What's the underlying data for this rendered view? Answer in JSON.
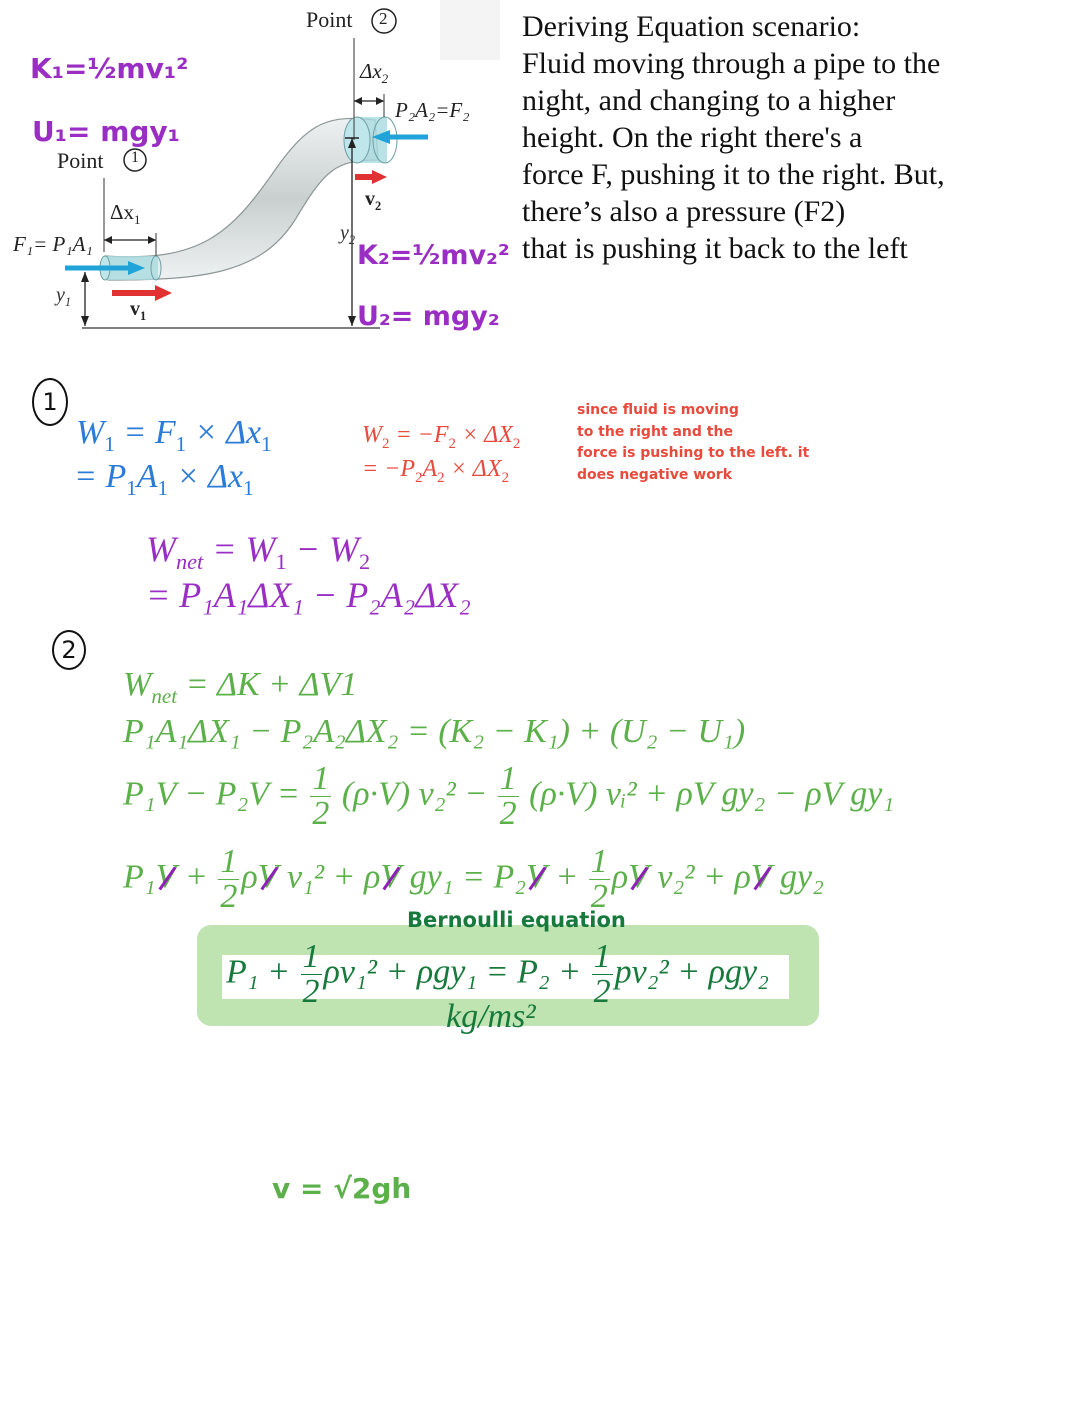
{
  "diagram": {
    "point1_label": "Point",
    "point1_num": "1",
    "point2_label": "Point",
    "point2_num": "2",
    "dx1": "Δx",
    "dx1_sub": "1",
    "dx2": "Δx",
    "dx2_sub": "2",
    "f1_label": "F₁= P₁A₁",
    "p2a2_label": "P₂A₂=F₂",
    "v1": "v",
    "v1_sub": "1",
    "v2": "v",
    "v2_sub": "2",
    "y1": "y",
    "y1_sub": "1",
    "y2": "y",
    "y2_sub": "2",
    "k1_note": "K₁=½mv₁²",
    "u1_note": "U₁= mgy₁",
    "k2_note": "K₂=½mv₂²",
    "u2_note": "U₂= mgy₂",
    "colors": {
      "pipe": "#d9dede",
      "fluid": "#9fd6dc",
      "blue_arrow": "#1fa3d8",
      "red_arrow": "#e03232",
      "annotation": "#9a2ec4"
    }
  },
  "description": {
    "lines": [
      "Deriving Equation scenario:",
      "Fluid moving through a pipe to the",
      "night, and changing to a higher",
      "height. On  the right there's a",
      "force F, pushing it to the right. But,",
      "there’s also a pressure (F2)",
      "that is pushing  it back to the left"
    ]
  },
  "section1": {
    "marker": "1",
    "w1_line1": {
      "lhs": "W",
      "lhs_sub": "1",
      "rhs": "= F",
      "rhs_sub": "1",
      "tail": "× Δx",
      "tail_sub": "1"
    },
    "w1_line2": {
      "text": "= P",
      "p_sub": "1",
      "a": "A",
      "a_sub": "1",
      "tail": "× Δx",
      "tail_sub": "1"
    },
    "w2_line1": {
      "lhs": "W",
      "lhs_sub": "2",
      "rhs": "= −F",
      "rhs_sub": "2",
      "tail": "× ΔX",
      "tail_sub": "2"
    },
    "w2_line2": {
      "text": "= −P",
      "p_sub": "2",
      "a": "A",
      "a_sub": "2",
      "tail": "× ΔX",
      "tail_sub": "2"
    },
    "note": [
      "since fluid is moving",
      "to the right and the",
      "force is pushing to the left. it",
      "does negative work"
    ],
    "colors": {
      "w1": "#2b7bd8",
      "w2": "#e84a3c"
    }
  },
  "wnet": {
    "line1": {
      "lhs": "W",
      "lhs_sub": "net",
      "rhs": "= W",
      "rhs_sub1": "1",
      "minus": " − W",
      "rhs_sub2": "2"
    },
    "line2": "= P₁A₁ΔX₁ − P₂A₂ΔX₂",
    "color": "#9a2ec4"
  },
  "section2": {
    "marker": "2",
    "eq1": {
      "lhs": "W",
      "lhs_sub": "net",
      "rhs": "= ΔK + ΔV1"
    },
    "eq2": "P₁A₁ΔX₁ − P₂A₂ΔX₂ = (K₂ − K₁) + (U₂ − U₁)",
    "eq3": {
      "lhs": "P₁V − P₂V =",
      "frac_num": "1",
      "frac_den": "2",
      "term1": "(ρ·V) v₂² −",
      "term2": "(ρ·V) vᵢ² + ρV gy₂ − ρV gy₁"
    },
    "eq4": {
      "p1": "P₁",
      "v": "V",
      "plus": " + ",
      "frac_num": "1",
      "frac_den": "2",
      "rho": "ρ",
      "v1sq": " v₁² + ρ",
      "gy1": " gy₁ = P₂",
      "v2sq": " v₂² + ρ",
      "gy2": " gy₂"
    },
    "color": "#5cb04a"
  },
  "bernoulli": {
    "title": "Bernoulli equation",
    "p1": "P₁ +",
    "frac_num": "1",
    "frac_den": "2",
    "mid1": "ρv₁² + ρgy₁ = P₂ +",
    "mid2": "pv₂² + ρgy₂",
    "units": "kg/ms²",
    "colors": {
      "text": "#177a3c",
      "box": "#bfe3b1"
    }
  },
  "torricelli": {
    "text": "v = √2gh",
    "color": "#5cb04a"
  }
}
